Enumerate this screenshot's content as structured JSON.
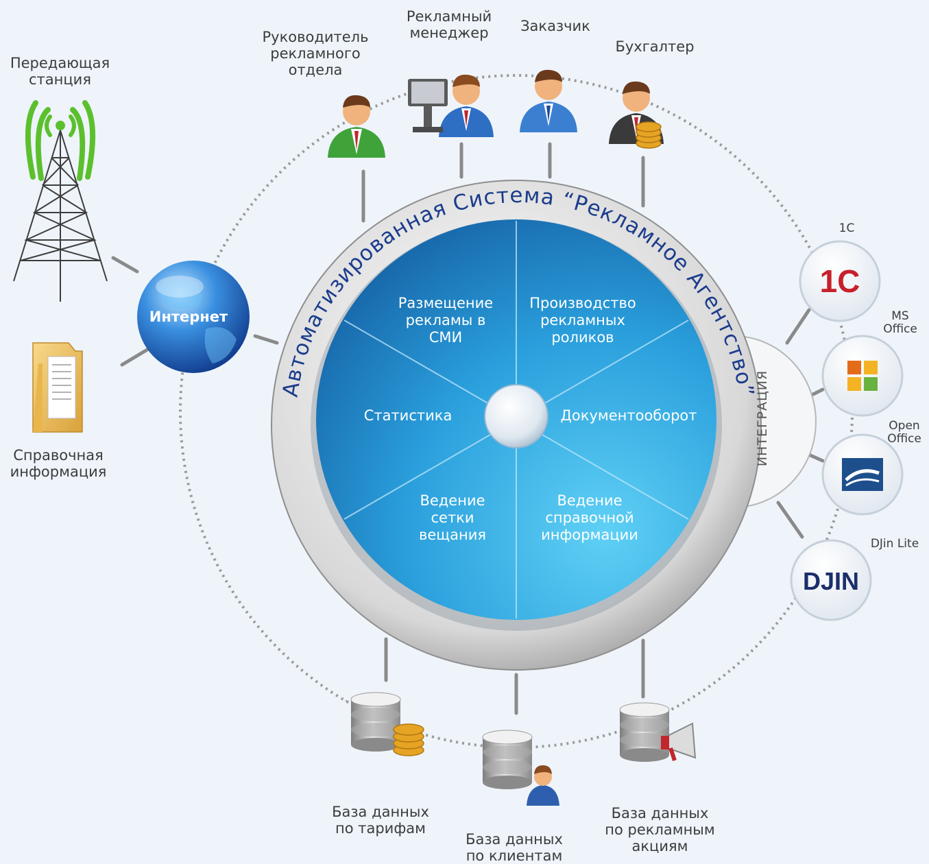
{
  "title_arc": "Автоматизированная Система “Рекламное Агентство”",
  "center_hub": {
    "segments": [
      {
        "lines": [
          "Размещение",
          "рекламы в",
          "СМИ"
        ]
      },
      {
        "lines": [
          "Производство",
          "рекламных",
          "роликов"
        ]
      },
      {
        "lines": [
          "Документооборот"
        ]
      },
      {
        "lines": [
          "Ведение",
          "справочной",
          "информации"
        ]
      },
      {
        "lines": [
          "Ведение",
          "сетки",
          "вещания"
        ]
      },
      {
        "lines": [
          "Статистика"
        ]
      }
    ]
  },
  "people": [
    {
      "lines": [
        "Руководитель",
        "рекламного",
        "отдела"
      ]
    },
    {
      "lines": [
        "Рекламный",
        "менеджер"
      ]
    },
    {
      "lines": [
        "Заказчик"
      ]
    },
    {
      "lines": [
        "Бухгалтер"
      ]
    }
  ],
  "left_nodes": {
    "station": {
      "lines": [
        "Передающая",
        "станция"
      ]
    },
    "internet": "Интернет",
    "reference": {
      "lines": [
        "Справочная",
        "информация"
      ]
    }
  },
  "integration": {
    "label": "ИНТЕГРАЦИЯ",
    "apps": [
      {
        "label": "1С",
        "logo": "1С"
      },
      {
        "lines": [
          "MS",
          "Office"
        ]
      },
      {
        "lines": [
          "Open",
          "Office"
        ]
      },
      {
        "label": "DJin Lite",
        "logo": "DJIN"
      }
    ]
  },
  "databases": [
    {
      "lines": [
        "База данных",
        "по тарифам"
      ]
    },
    {
      "lines": [
        "База данных",
        "по клиентам"
      ]
    },
    {
      "lines": [
        "База данных",
        "по рекламным",
        "акциям"
      ]
    }
  ],
  "colors": {
    "background": "#eef4fa",
    "hub_light": "#5cc8f2",
    "hub_dark": "#1766a8",
    "ring": "#9a9a9a",
    "connector": "#8a8a8a",
    "arc_text": "#1b3c8c"
  }
}
